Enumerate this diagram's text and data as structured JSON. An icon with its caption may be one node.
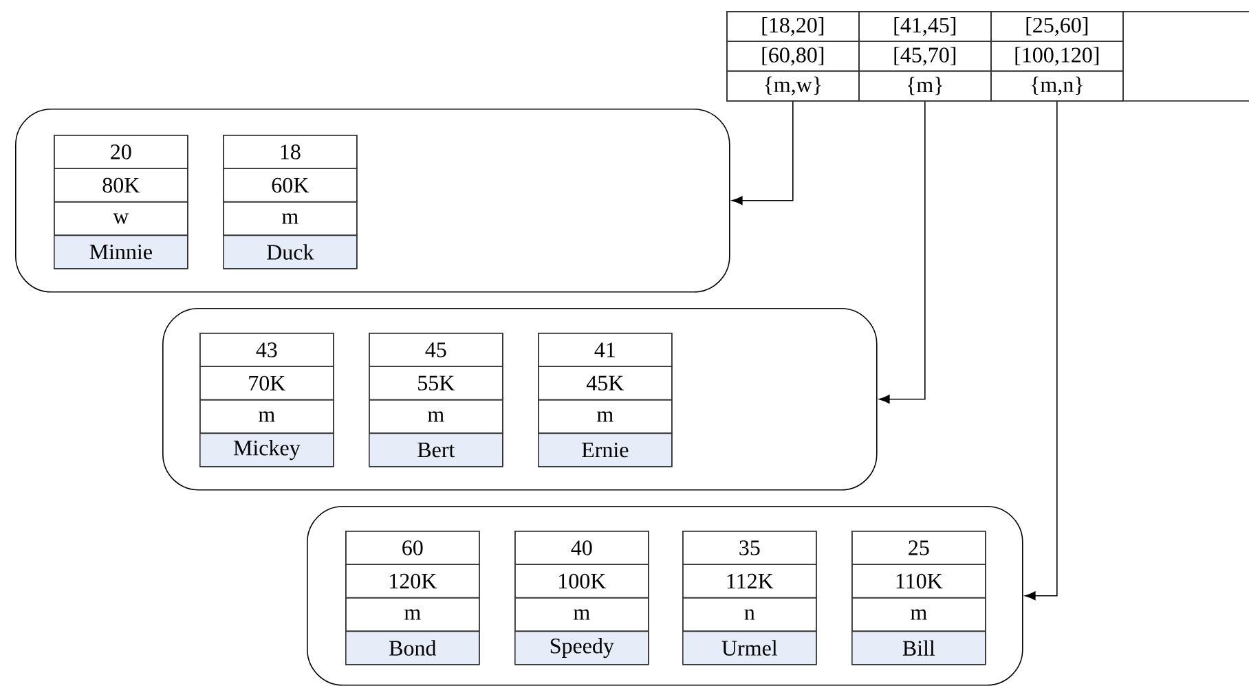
{
  "diagram": {
    "nodes": [
      {
        "text": [],
        "shape": "box"
      },
      {
        "text": [
          "[18,20]",
          "[60,80]",
          "{m,w}"
        ],
        "in": 0
      },
      {
        "text": [
          "[41,45]",
          "[45,70]",
          "{m}"
        ],
        "in": 0
      },
      {
        "text": [
          "[25,60]",
          "[100,120]",
          "{m,n}"
        ],
        "in": 0
      },
      {
        "text": [],
        "shape": "box",
        "in": 0
      },
      {
        "text": [],
        "shape": "box"
      },
      {
        "text": [
          "20",
          "80K",
          "w",
          "Minnie"
        ],
        "in": 5
      },
      {
        "text": [
          "18",
          "60K",
          "m",
          "Duck"
        ],
        "in": 5
      },
      {
        "text": [],
        "shape": "box"
      },
      {
        "text": [
          "43",
          "70K",
          "m",
          "Mickey"
        ],
        "in": 8
      },
      {
        "text": [
          "45",
          "55K",
          "m",
          "Bert"
        ],
        "in": 8
      },
      {
        "text": [
          "41",
          "45K",
          "m",
          "Ernie"
        ],
        "in": 8
      },
      {
        "text": [],
        "shape": "box"
      },
      {
        "text": [
          "60",
          "120K",
          "m",
          "Bond"
        ],
        "in": 12
      },
      {
        "text": [
          "40",
          "100K",
          "m",
          "Speedy"
        ],
        "in": 12
      },
      {
        "text": [
          "35",
          "112K",
          "n",
          "Urmel"
        ],
        "in": 12
      },
      {
        "text": [
          "25",
          "110K",
          "m",
          "Bill"
        ],
        "in": 12
      }
    ],
    "edges": [
      {
        "from": 1,
        "to": 5,
        "arrow": "to"
      },
      {
        "from": 2,
        "to": 8,
        "arrow": "to"
      },
      {
        "from": 3,
        "to": 12,
        "arrow": "to"
      }
    ]
  }
}
